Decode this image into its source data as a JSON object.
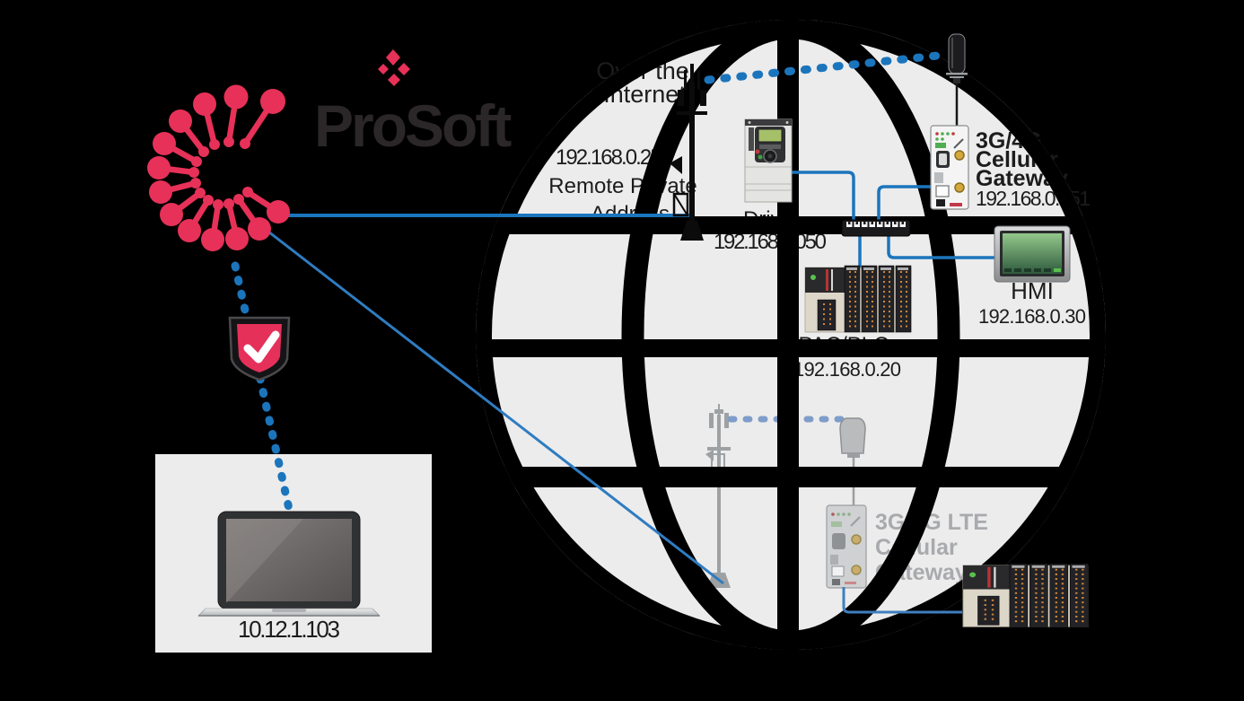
{
  "brand": {
    "logo_text": "ProSoft",
    "logo_color": "#2b2729",
    "accent_red": "#e73158",
    "accent_blue": "#1b75bc",
    "faded_blue": "#7f9dca",
    "globe_fill": "#ececec",
    "faded_gray": "#a8aaad"
  },
  "labels": {
    "internet": {
      "line1": "Over the",
      "line2": "Internet"
    },
    "remote_address": {
      "line1": "192.168.0.251",
      "line2": "Remote Private",
      "line3": "Address"
    },
    "drive": {
      "name": "Drive",
      "ip": "192.168.0.050"
    },
    "cellular_gateway": {
      "line1": "3G/4G",
      "line2": "Cellular",
      "line3": "Gateway",
      "ip": "192.168.0.251"
    },
    "hmi": {
      "name": "HMI",
      "ip": "192.168.0.30"
    },
    "pac_plc": {
      "name": "PAC/PLC",
      "ip": "192.168.0.20"
    },
    "laptop": {
      "ip": "10.12.1.103"
    },
    "remote_gateway": {
      "line1": "3G/4G LTE",
      "line2": "Cellular",
      "line3": "Gateway"
    }
  }
}
